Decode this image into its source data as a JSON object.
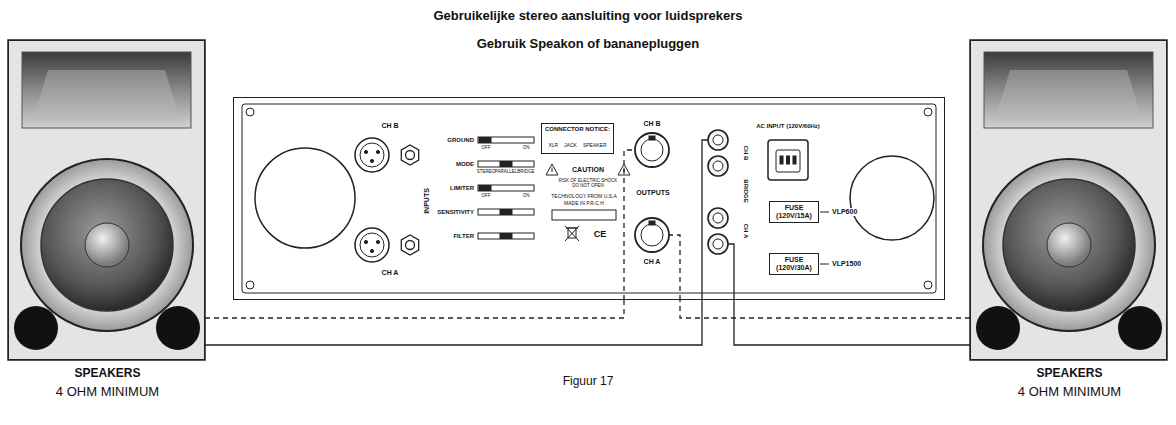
{
  "diagram": {
    "title": "Gebruikelijke stereo aansluiting voor luidsprekers",
    "caption": "Figuur 17",
    "nodes": [
      {
        "text": [
          "SPEAKERS",
          "4 OHM MINIMUM"
        ]
      },
      {
        "text": [
          "INPUTS",
          "OUTPUTS"
        ]
      },
      {
        "text": [
          "CONNECTOR NOTICE:",
          "XLR",
          "JACK",
          "SPEAKER"
        ],
        "in": 1
      },
      {
        "text": [
          "FUSE (120V/15A)"
        ],
        "in": 1
      },
      {
        "text": [
          "FUSE (120V/30A)"
        ],
        "in": 1
      },
      {
        "text": [
          "SPEAKERS",
          "4 OHM MINIMUM"
        ]
      }
    ],
    "edges": [
      {
        "from": 0,
        "to": 1,
        "arrow": "none"
      },
      {
        "from": 0,
        "to": 1,
        "arrow": "none"
      },
      {
        "from": 5,
        "to": 1,
        "arrow": "none"
      },
      {
        "from": 5,
        "to": 1,
        "arrow": "none"
      }
    ],
    "labels": [
      "Gebruik Speakon of bananepluggen",
      "CH B",
      "CH A",
      "GROUND",
      "MODE",
      "LIMITER",
      "SENSITIVITY",
      "FILTER",
      "OFF",
      "ON",
      "STEREO",
      "PARALLEL",
      "BRIDGE",
      "OFF",
      "ON",
      "CAUTION",
      "RISK OF ELECTRIC SHOCK DO NOT OPEN",
      "TECHNOLOGY FROM U.S.A",
      "MADE IN P.R.C.H",
      "CE",
      "CH B",
      "CH A",
      "CH B",
      "BRIDGE",
      "CH A",
      "AC INPUT (120V/60Hz)",
      "VLP600",
      "VLP1500"
    ]
  }
}
